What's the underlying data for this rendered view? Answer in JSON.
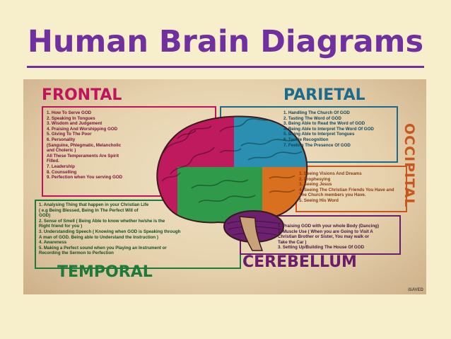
{
  "title": "Human Brain Diagrams",
  "diagram": {
    "frontal": {
      "label": "FRONTAL",
      "color": "#c0135c",
      "items": [
        "1. How To Serve GOD",
        "2. Speaking In Tongues",
        "3. Wisdom and Judgement",
        "4. Praising And Worshipping GOD",
        "5. Giving To The Poor",
        "6. Personality",
        "   (Sanguine, Phlegmatic, Melancholic",
        "    and Choleric )",
        "All These Temperaments Are Spirit",
        "Filled.",
        "7. Leadership",
        "8. Counselling",
        "9. Perfection when You serving GOD"
      ]
    },
    "parietal": {
      "label": "PARIETAL",
      "color": "#1d6b8c",
      "items": [
        "1. Handling The Church Of GOD",
        "2. Tasting The Word of GOD",
        "3. Being Able to Read the Word of GOD",
        "4. Being Able to Interpret The Word Of GOD",
        "5. Being Able to Interpret Tongues",
        "6. Tactile Recognition",
        "7. Feeling The Presence Of GOD"
      ]
    },
    "occipital": {
      "label": "OCCIPITAL",
      "color": "#c8571f",
      "items": [
        "1. Seeing Visions And Dreams",
        "2. Prophesying",
        "3. Seeing Jesus",
        "4. Seeing The Christian Friends You Have and",
        "    The Church members you Have.",
        "5. Seeing His Word"
      ]
    },
    "temporal": {
      "label": "TEMPORAL",
      "color": "#1e7a3a",
      "items": [
        "1. Analysing Thing that happen in your Christian Life",
        "   ( e.g Being Blessed, Being In The Perfect Will of",
        "     GOD)",
        "2. Sense of Smell ( Being Able to know whether he/she is the",
        "   Right friend for you )",
        "3. Understanding Speech ( Knowing when GOD is Speaking through",
        "   A man of GOD. Being able to Understand the Instruction )",
        "4. Awareness",
        "5. Making a Perfect sound when you Playing an Instrument or",
        "   Recording the Sermon to Perfection"
      ]
    },
    "cerebellum": {
      "label": "CEREBELLUM",
      "color": "#6b1d6b",
      "items": [
        "1. Praising GOD with your whole Body (Dancing)",
        "2. Muscle Use ( When you are Going to Visit A",
        "   Christian Brother or Sister, You may walk or",
        "   Take the Car )",
        "3. Setting Up/Building The House Of GOD"
      ]
    },
    "signature": "iSAVED"
  }
}
